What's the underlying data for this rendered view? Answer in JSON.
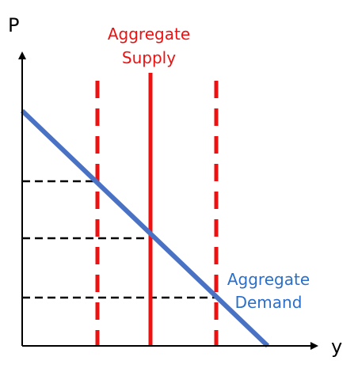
{
  "axes": {
    "y_axis_label": "P",
    "x_axis_label": "y"
  },
  "labels": {
    "aggregate_supply": {
      "line1": "Aggregate",
      "line2": "Supply"
    },
    "aggregate_demand": {
      "line1": "Aggregate",
      "line2": "Demand"
    }
  },
  "colors": {
    "supply": "#ee1111",
    "demand": "#4a72c4",
    "supply_label": "#ee1111",
    "demand_label": "#2a6fc9",
    "axis": "#000000",
    "guide": "#000000"
  },
  "diagram": {
    "type": "aggregate-demand-supply",
    "lines": [
      "aggregate-supply-line",
      "aggregate-supply-left-dashed",
      "aggregate-supply-right-dashed",
      "aggregate-demand-line"
    ],
    "guides": 3
  }
}
